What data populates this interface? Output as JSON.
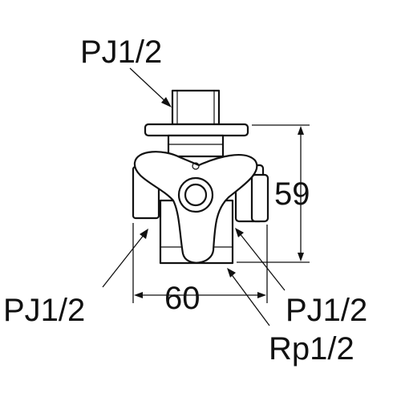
{
  "labels": {
    "top_port": "PJ1/2",
    "left_port": "PJ1/2",
    "right_port": "PJ1/2",
    "bottom_port": "Rp1/2"
  },
  "dimensions": {
    "height": "59",
    "width": "60"
  }
}
